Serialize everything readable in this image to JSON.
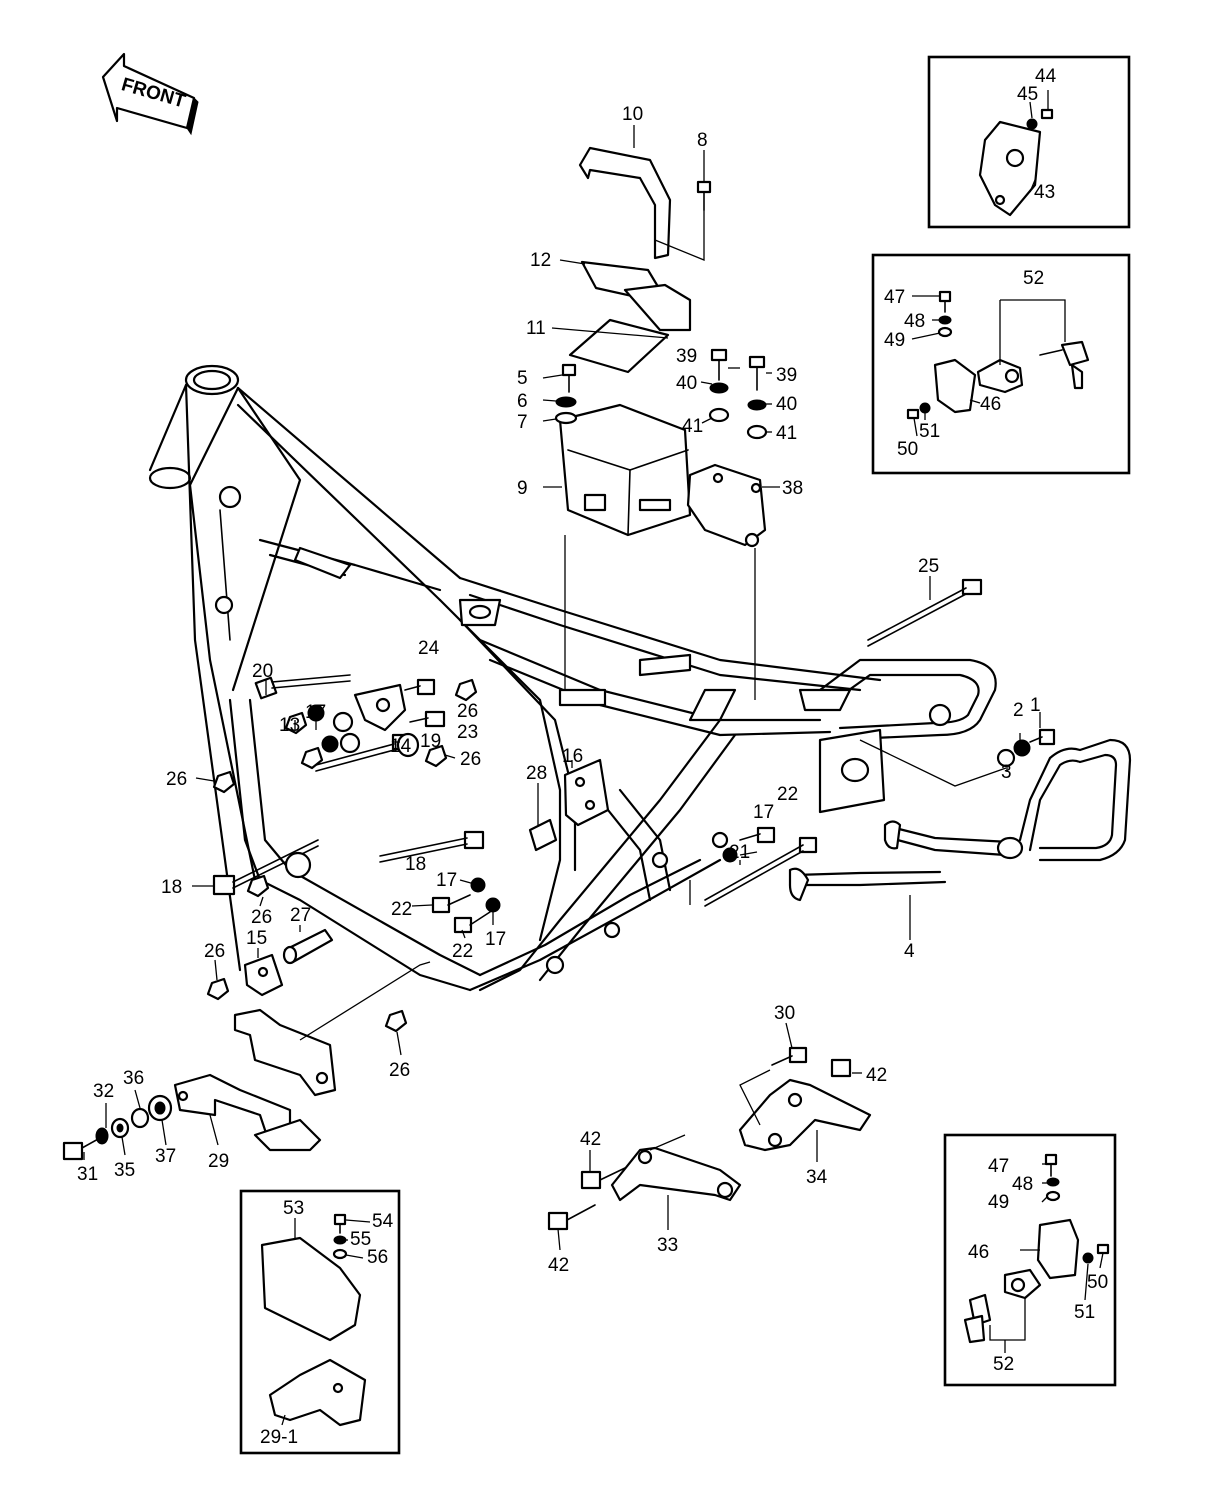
{
  "front_label": "FRONT",
  "labels": {
    "l1": "1",
    "l2": "2",
    "l3": "3",
    "l4": "4",
    "l5": "5",
    "l6": "6",
    "l7": "7",
    "l8": "8",
    "l9": "9",
    "l10": "10",
    "l11": "11",
    "l12": "12",
    "l13": "13",
    "l14": "14",
    "l15": "15",
    "l16": "16",
    "l17a": "17",
    "l17b": "17",
    "l17c": "17",
    "l17d": "17",
    "l18a": "18",
    "l18b": "18",
    "l19": "19",
    "l20": "20",
    "l21": "21",
    "l22a": "22",
    "l22b": "22",
    "l22c": "22",
    "l23": "23",
    "l24": "24",
    "l25": "25",
    "l26a": "26",
    "l26b": "26",
    "l26c": "26",
    "l26d": "26",
    "l26e": "26",
    "l26f": "26",
    "l27": "27",
    "l28": "28",
    "l29": "29",
    "l30": "30",
    "l31": "31",
    "l32": "32",
    "l33": "33",
    "l34": "34",
    "l35": "35",
    "l36": "36",
    "l37": "37",
    "l38": "38",
    "l39a": "39",
    "l39b": "39",
    "l40a": "40",
    "l40b": "40",
    "l41a": "41",
    "l41b": "41",
    "l42a": "42",
    "l42b": "42",
    "l42c": "42",
    "l43": "43",
    "l44": "44",
    "l45": "45",
    "l46a": "46",
    "l46b": "46",
    "l47a": "47",
    "l47b": "47",
    "l48a": "48",
    "l48b": "48",
    "l49a": "49",
    "l49b": "49",
    "l50a": "50",
    "l50b": "50",
    "l51a": "51",
    "l51b": "51",
    "l52a": "52",
    "l52b": "52",
    "l53": "53",
    "l54": "54",
    "l55": "55",
    "l56": "56",
    "l29_1": "29-1"
  }
}
